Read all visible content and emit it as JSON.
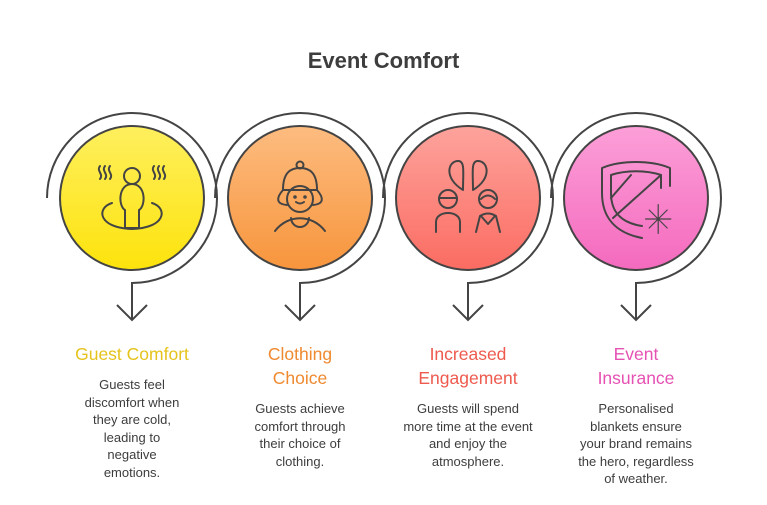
{
  "title": "Event Comfort",
  "steps": [
    {
      "title": "Guest Comfort",
      "description": "Guests feel discomfort when they are cold, leading to negative emotions.",
      "icon": "hot-spring-person-icon",
      "color": "#E6C31C",
      "fill_top": "#FEEF5E",
      "fill_bottom": "#FDE30C"
    },
    {
      "title": "Clothing Choice",
      "description": "Guests achieve comfort through their choice of clothing.",
      "icon": "person-beanie-icon",
      "color": "#EF8A30",
      "fill_top": "#FDBC80",
      "fill_bottom": "#F7953C"
    },
    {
      "title": "Increased Engagement",
      "description": "Guests will spend more time at the event and enjoy the atmosphere.",
      "icon": "couple-hearts-icon",
      "color": "#EE5A4E",
      "fill_top": "#FDA39C",
      "fill_bottom": "#FB6C62"
    },
    {
      "title": "Event Insurance",
      "description": "Personalised blankets ensure your brand remains the hero, regardless of weather.",
      "icon": "shield-snowflake-icon",
      "color": "#E651B4",
      "fill_top": "#FC9FD8",
      "fill_bottom": "#F46ABE"
    }
  ]
}
